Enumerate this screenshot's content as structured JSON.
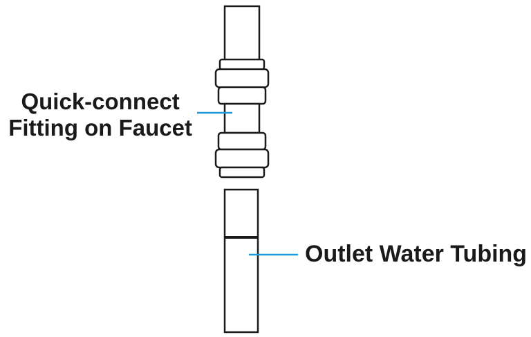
{
  "labels": {
    "fitting_line1": "Quick-connect",
    "fitting_line2": "Fitting on Faucet",
    "tubing": "Outlet Water Tubing"
  },
  "colors": {
    "leader_line": "#1a9ad6",
    "outline": "#1a1a1a",
    "fill": "#ffffff"
  }
}
